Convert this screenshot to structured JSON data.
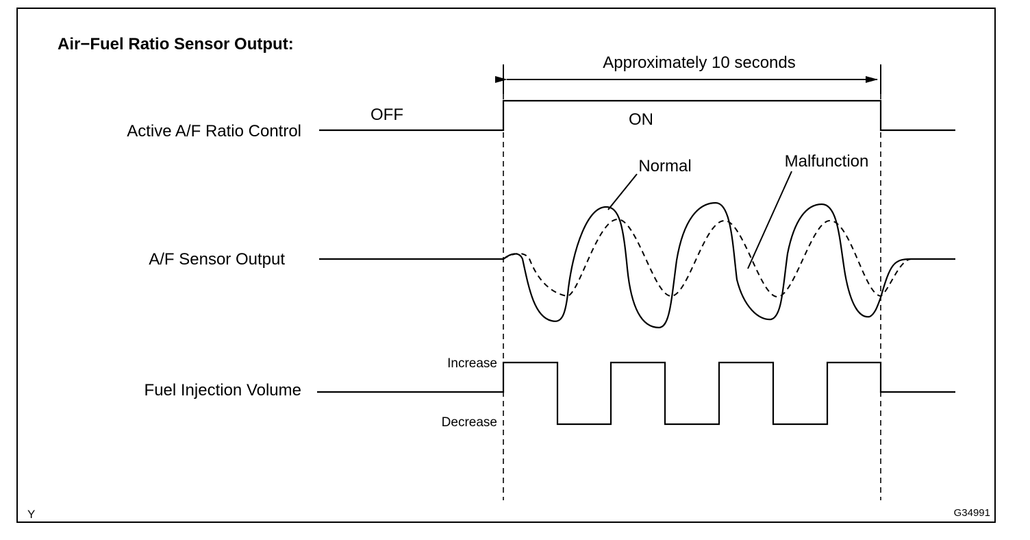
{
  "title": "Air−Fuel Ratio Sensor Output:",
  "duration_label": "Approximately 10 seconds",
  "rows": {
    "control": {
      "label": "Active A/F Ratio Control",
      "off_label": "OFF",
      "on_label": "ON"
    },
    "sensor": {
      "label": "A/F Sensor Output",
      "normal_label": "Normal",
      "malfunction_label": "Malfunction"
    },
    "injection": {
      "label": "Fuel Injection Volume",
      "increase_label": "Increase",
      "decrease_label": "Decrease"
    }
  },
  "corner_left": "Y",
  "figure_id": "G34991"
}
